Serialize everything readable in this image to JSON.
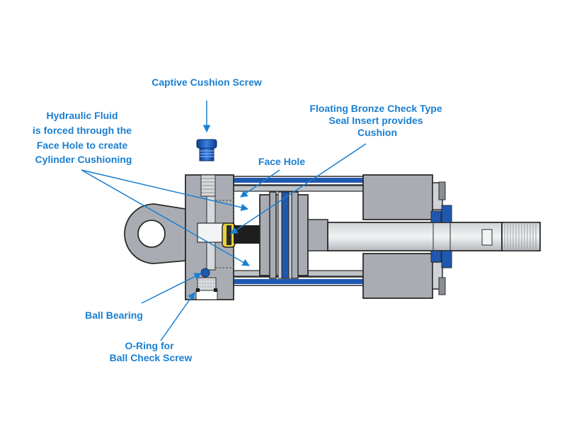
{
  "labels": {
    "captive_cushion_screw": "Captive Cushion Screw",
    "hydraulic_fluid": [
      "Hydraulic Fluid",
      "is forced through the",
      "Face Hole to create",
      "Cylinder Cushioning"
    ],
    "floating_seal": [
      "Floating Bronze Check Type",
      "Seal Insert provides",
      "Cushion"
    ],
    "face_hole": "Face Hole",
    "ball_bearing": "Ball Bearing",
    "o_ring": [
      "O-Ring for",
      "Ball Check Screw"
    ]
  },
  "colors": {
    "label": "#1a7fd1",
    "metal_dark": "#8a8e94",
    "metal_mid": "#a9adb3",
    "metal_light": "#d6d9dc",
    "seal_blue": "#1f58b0",
    "bronze_seal": "#e8d23a",
    "outline": "#2b2b2b"
  }
}
